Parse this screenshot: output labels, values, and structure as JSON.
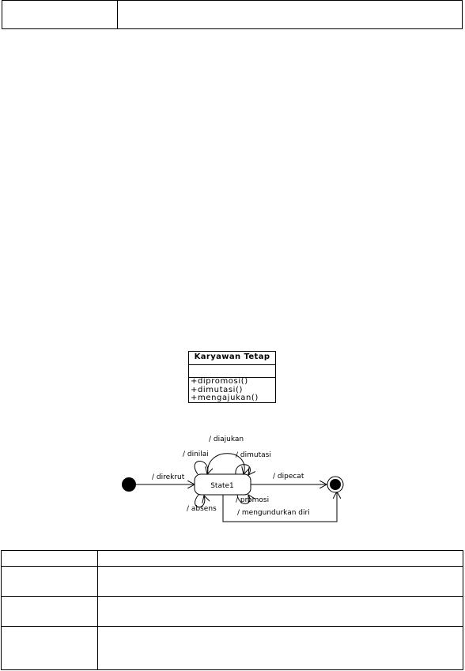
{
  "class_box": {
    "name": "Karyawan Tetap",
    "operations": [
      "+dipromosi()",
      "+dimutasi()",
      "+mengajukan()"
    ]
  },
  "state_diagram": {
    "state_name": "State1",
    "transitions": {
      "direkrut": "/ direkrut",
      "dinilai": "/ dinilai",
      "diajukan": "/ diajukan",
      "dimutasi": "/ dimutasi",
      "dipecat": "/ dipecat",
      "promosi": "/ promosi",
      "absens": "/ absens",
      "mengundurkan": "/ mengundurkan diri"
    }
  }
}
